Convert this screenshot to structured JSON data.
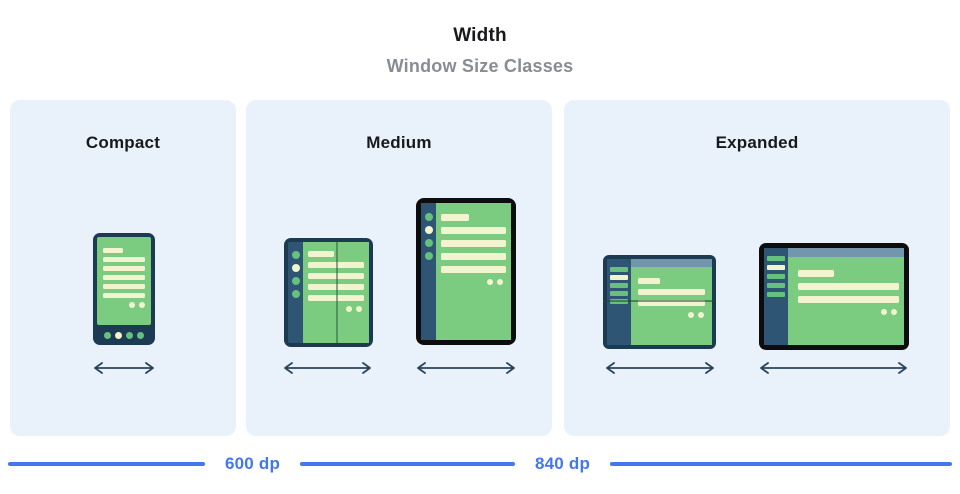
{
  "header": {
    "title": "Width",
    "subtitle": "Window Size Classes"
  },
  "panels": [
    {
      "id": "compact",
      "label": "Compact",
      "devices": [
        "phone-portrait"
      ]
    },
    {
      "id": "medium",
      "label": "Medium",
      "devices": [
        "foldable-open-portrait",
        "tablet-portrait"
      ]
    },
    {
      "id": "expanded",
      "label": "Expanded",
      "devices": [
        "foldable-landscape",
        "tablet-landscape"
      ]
    }
  ],
  "ruler": {
    "breakpoints": [
      {
        "label": "600 dp"
      },
      {
        "label": "840 dp"
      }
    ]
  },
  "colors": {
    "panel_bg": "#e9f1fb",
    "frame_navy": "#1d3a53",
    "frame_black": "#0d0d0d",
    "sidebar_navy": "#2e5674",
    "screen_green": "#7bcb81",
    "content_cream": "#f2f4d0",
    "dot_green": "#66c17e",
    "appbar_slate": "#7396ad",
    "fold_line_green": "#2f623d",
    "ruler_blue": "#4377ef",
    "subtitle_gray": "#878d94",
    "arrow_navy": "#2a455c"
  }
}
